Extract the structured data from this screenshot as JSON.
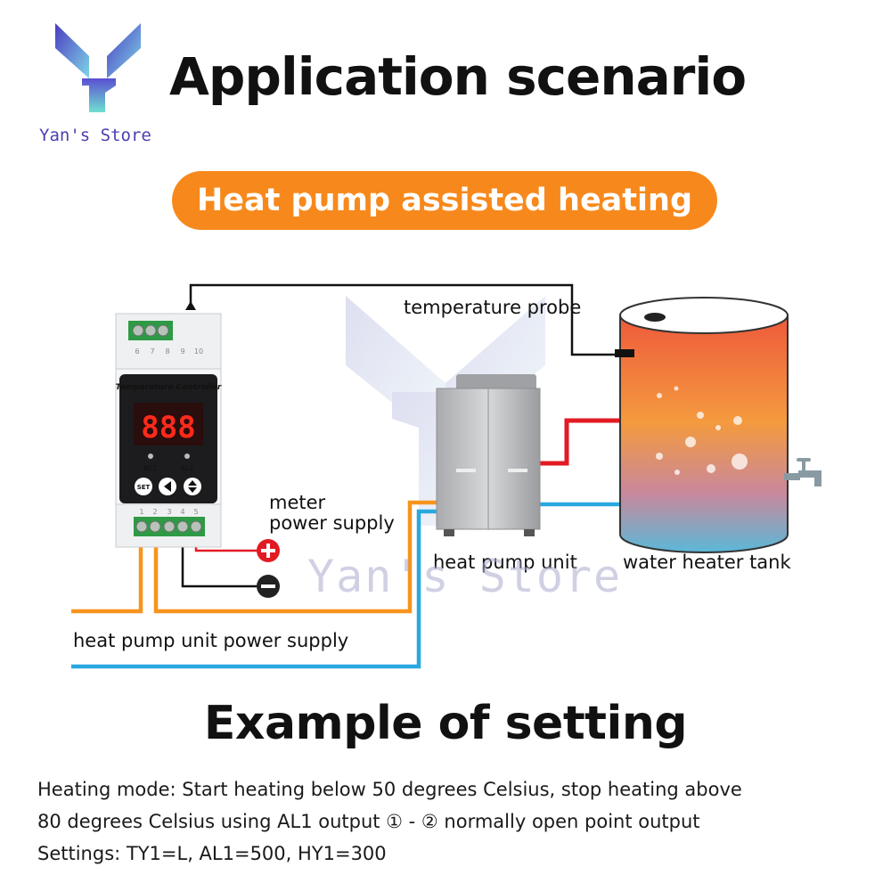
{
  "header": {
    "brand": "Yan's Store",
    "title": "Application scenario",
    "scenario": "Heat pump assisted heating"
  },
  "diagram": {
    "controller": {
      "title": "Temperature  Controller",
      "display": "888",
      "led_labels": [
        "AL1",
        "AL2"
      ],
      "button_set": "SET",
      "top_terminal_numbers": [
        "6",
        "7",
        "8",
        "9",
        "10"
      ],
      "bottom_terminal_numbers": [
        "1",
        "2",
        "3",
        "4",
        "5"
      ]
    },
    "labels": {
      "temperature_probe": "temperature probe",
      "meter_power_line1": "meter",
      "meter_power_line2": "power supply",
      "heat_pump_unit": "heat pump unit",
      "water_heater_tank": "water heater tank",
      "heat_pump_power": "heat pump unit power supply"
    },
    "watermark": "Yan's Store",
    "colors": {
      "orange_wire": "#f7941d",
      "blue_wire": "#29a8e0",
      "red_wire": "#e21b23",
      "positive": "#e21b23",
      "negative": "#222222"
    }
  },
  "setting": {
    "title": "Example of setting",
    "lines": [
      "Heating mode: Start heating below 50 degrees Celsius, stop heating above",
      "80 degrees Celsius using AL1 output ① - ② normally open point output",
      "Settings: TY1=L, AL1=500, HY1=300"
    ]
  }
}
